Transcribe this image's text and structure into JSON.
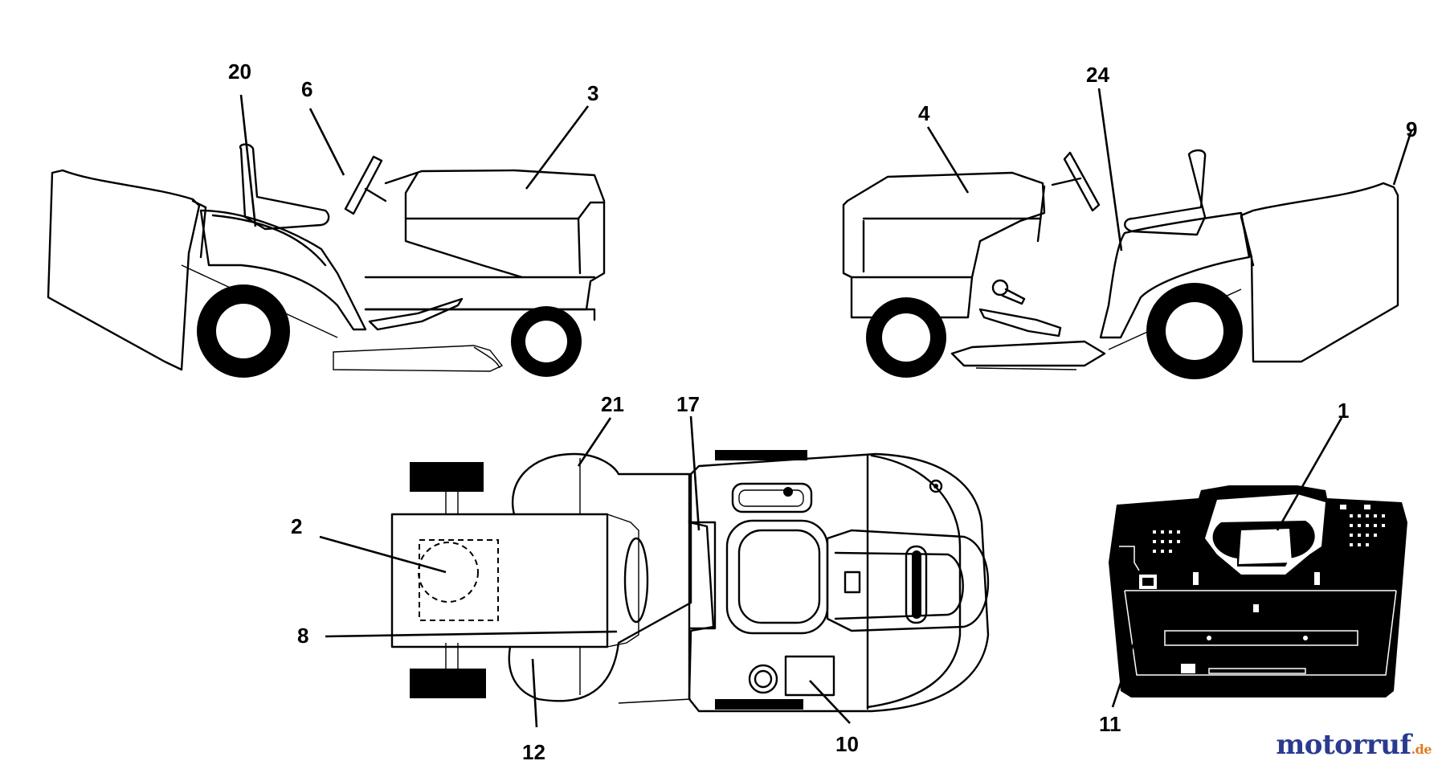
{
  "callouts": [
    {
      "id": "c20",
      "label": "20"
    },
    {
      "id": "c6",
      "label": "6"
    },
    {
      "id": "c3",
      "label": "3"
    },
    {
      "id": "c24",
      "label": "24"
    },
    {
      "id": "c4",
      "label": "4"
    },
    {
      "id": "c9",
      "label": "9"
    },
    {
      "id": "c21",
      "label": "21"
    },
    {
      "id": "c17",
      "label": "17"
    },
    {
      "id": "c1",
      "label": "1"
    },
    {
      "id": "c2",
      "label": "2"
    },
    {
      "id": "c8",
      "label": "8"
    },
    {
      "id": "c12",
      "label": "12"
    },
    {
      "id": "c10",
      "label": "10"
    },
    {
      "id": "c11",
      "label": "11"
    }
  ],
  "watermark": {
    "brand_a": "motor",
    "brand_b": "uf",
    "dot": "",
    "tld": ".de",
    "brand_mid": "r"
  }
}
